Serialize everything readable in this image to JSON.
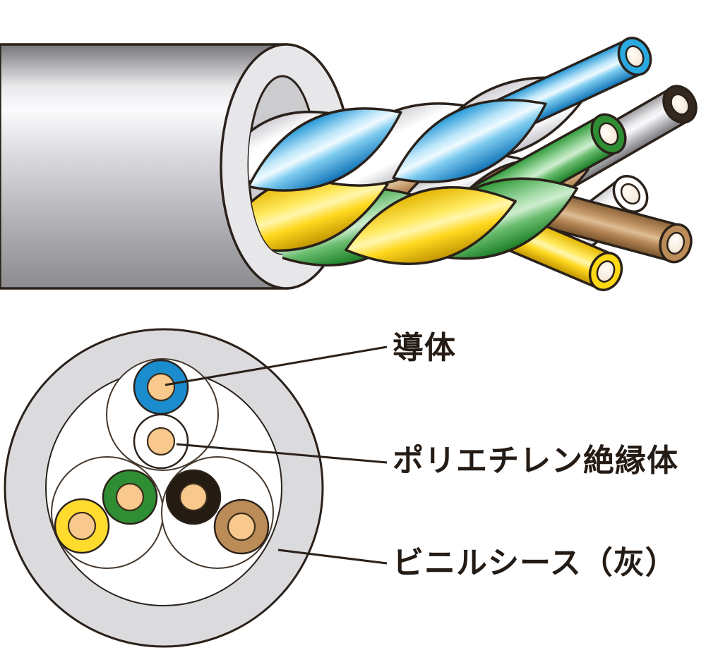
{
  "annotations": {
    "conductor": {
      "label": "導体"
    },
    "insulation": {
      "label": "ポリエチレン絶縁体"
    },
    "sheath": {
      "label": "ビニルシース（灰）"
    }
  },
  "palette": {
    "outline": "#2A211A",
    "sheath_gray": "#DBDBDE",
    "sheath_face": "#E7E7EA",
    "conductor_tan": "#F8C88C",
    "insulation_white": "#FFFFFF",
    "blue": "#1B8CCE",
    "green": "#2F8E33",
    "yellow": "#FFDB2E",
    "black": "#241B12",
    "brown": "#BC8C58",
    "label_text": "#241B15"
  },
  "cross_section": {
    "pairs": [
      {
        "wires": [
          "blue",
          "white"
        ]
      },
      {
        "wires": [
          "green",
          "yellow"
        ]
      },
      {
        "wires": [
          "black",
          "brown"
        ]
      }
    ]
  }
}
